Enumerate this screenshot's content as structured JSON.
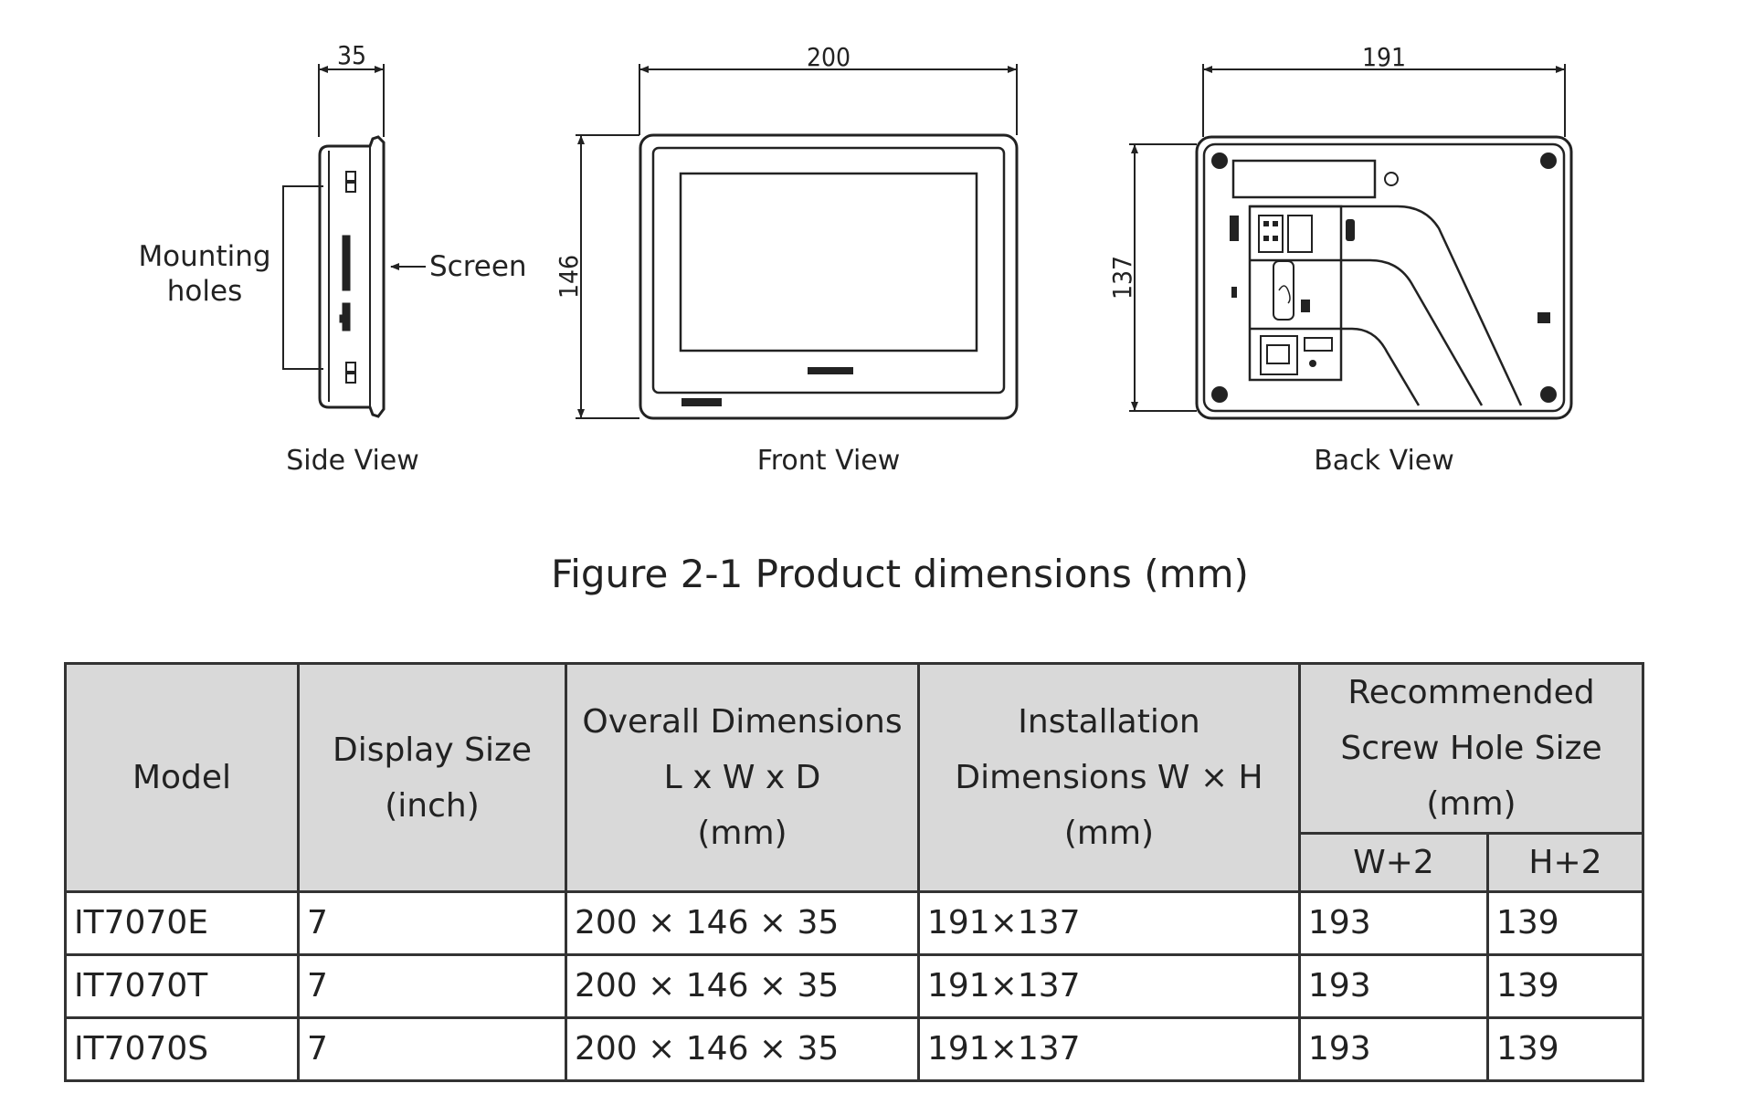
{
  "figure": {
    "side_view": {
      "label": "Side View",
      "depth": "35",
      "mounting_label": [
        "Mounting",
        "holes"
      ],
      "screen_label": "Screen"
    },
    "front_view": {
      "label": "Front View",
      "width": "200",
      "height": "146"
    },
    "back_view": {
      "label": "Back View",
      "width": "191",
      "height": "137"
    },
    "caption": "Figure 2-1 Product dimensions (mm)"
  },
  "table": {
    "headers": {
      "model": "Model",
      "display_size": [
        "Display Size",
        "(inch)"
      ],
      "overall_dimensions": [
        "Overall Dimensions",
        "L x W x D",
        "(mm)"
      ],
      "installation_dimensions": [
        "Installation",
        "Dimensions W × H",
        "(mm)"
      ],
      "screw_hole": [
        "Recommended",
        "Screw Hole Size",
        "(mm)"
      ],
      "w2": "W+2",
      "h2": "H+2"
    },
    "rows": [
      {
        "model": "IT7070E",
        "display": "7",
        "overall": "200 × 146 × 35",
        "installation": "191×137",
        "w": "193",
        "h": "139"
      },
      {
        "model": "IT7070T",
        "display": "7",
        "overall": "200 × 146 × 35",
        "installation": "191×137",
        "w": "193",
        "h": "139"
      },
      {
        "model": "IT7070S",
        "display": "7",
        "overall": "200 × 146 × 35",
        "installation": "191×137",
        "w": "193",
        "h": "139"
      }
    ]
  }
}
